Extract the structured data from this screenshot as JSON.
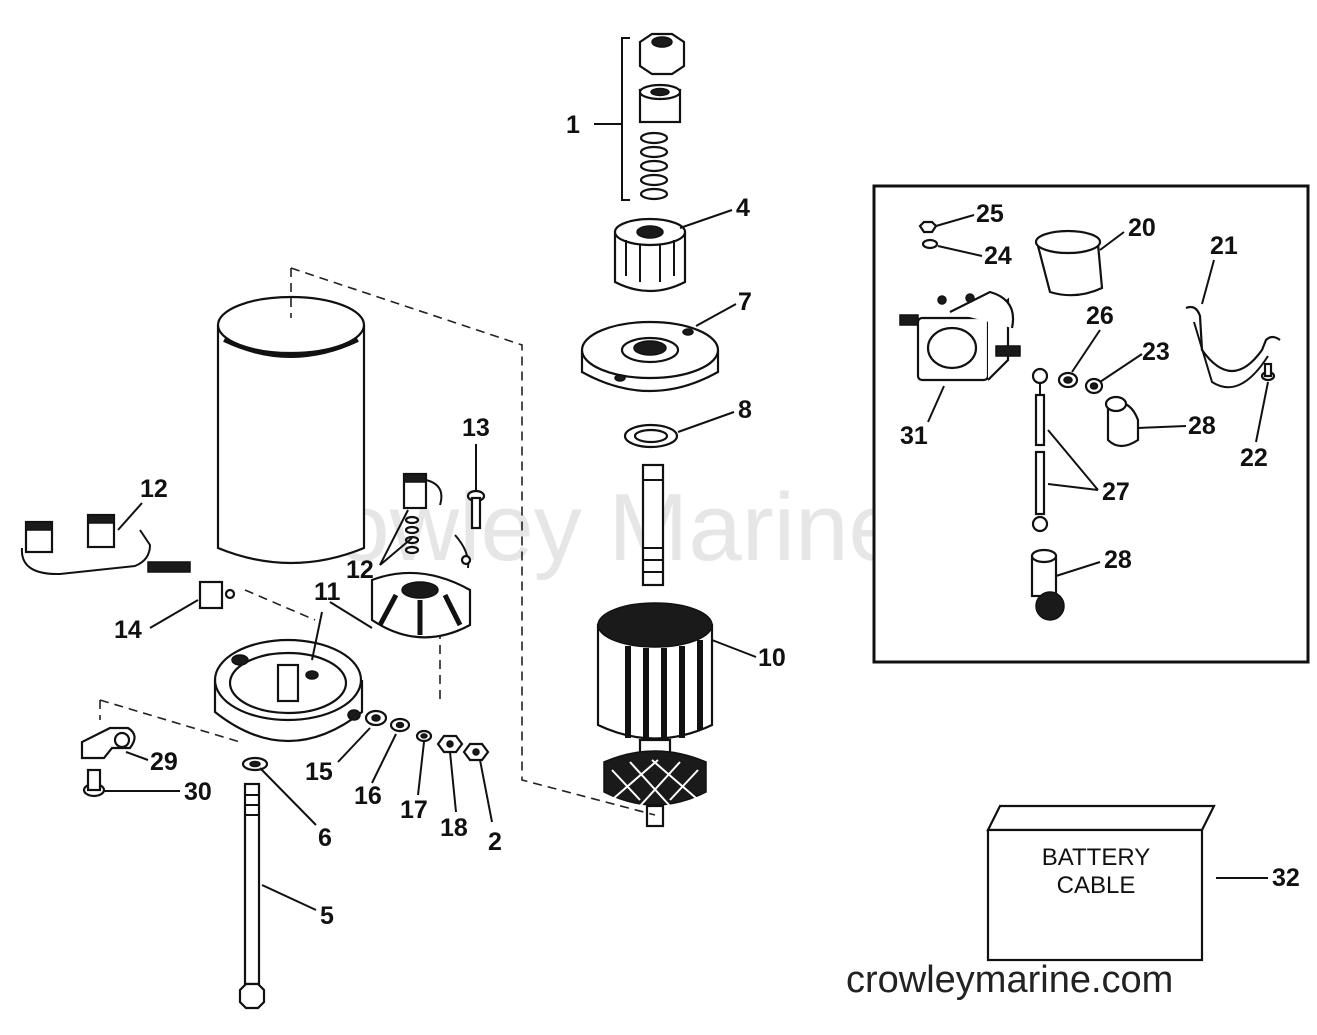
{
  "watermark": "Crowley Marine",
  "site": "crowleymarine.com",
  "battery_cable": {
    "line1": "BATTERY",
    "line2": "CABLE"
  },
  "callouts": {
    "c1": "1",
    "c2": "2",
    "c4": "4",
    "c5": "5",
    "c6": "6",
    "c7": "7",
    "c8": "8",
    "c10": "10",
    "c11": "11",
    "c12a": "12",
    "c12b": "12",
    "c13": "13",
    "c14": "14",
    "c15": "15",
    "c16": "16",
    "c17": "17",
    "c18": "18",
    "c20": "20",
    "c21": "21",
    "c22": "22",
    "c23": "23",
    "c24": "24",
    "c25": "25",
    "c26": "26",
    "c27": "27",
    "c28a": "28",
    "c28b": "28",
    "c29": "29",
    "c30": "30",
    "c31": "31",
    "c32": "32"
  }
}
